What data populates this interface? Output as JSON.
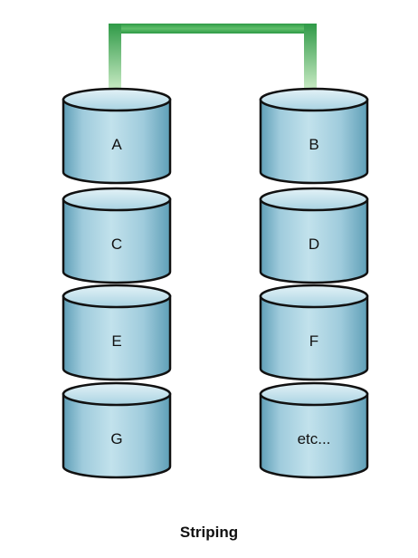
{
  "caption": "Striping",
  "colors": {
    "disk_top": "#cbe6ef",
    "disk_side_light": "#b4d8e5",
    "disk_side_dark": "#6aa6bd",
    "disk_outline": "#111111",
    "connector_light": "#bfe8b8",
    "connector_dark": "#2f9a47"
  },
  "icons": {
    "disk": "cylinder-disk-icon",
    "connector": "stripe-connector"
  },
  "columns": [
    {
      "name": "left",
      "disks": [
        "A",
        "C",
        "E",
        "G"
      ]
    },
    {
      "name": "right",
      "disks": [
        "B",
        "D",
        "F",
        "etc..."
      ]
    }
  ]
}
